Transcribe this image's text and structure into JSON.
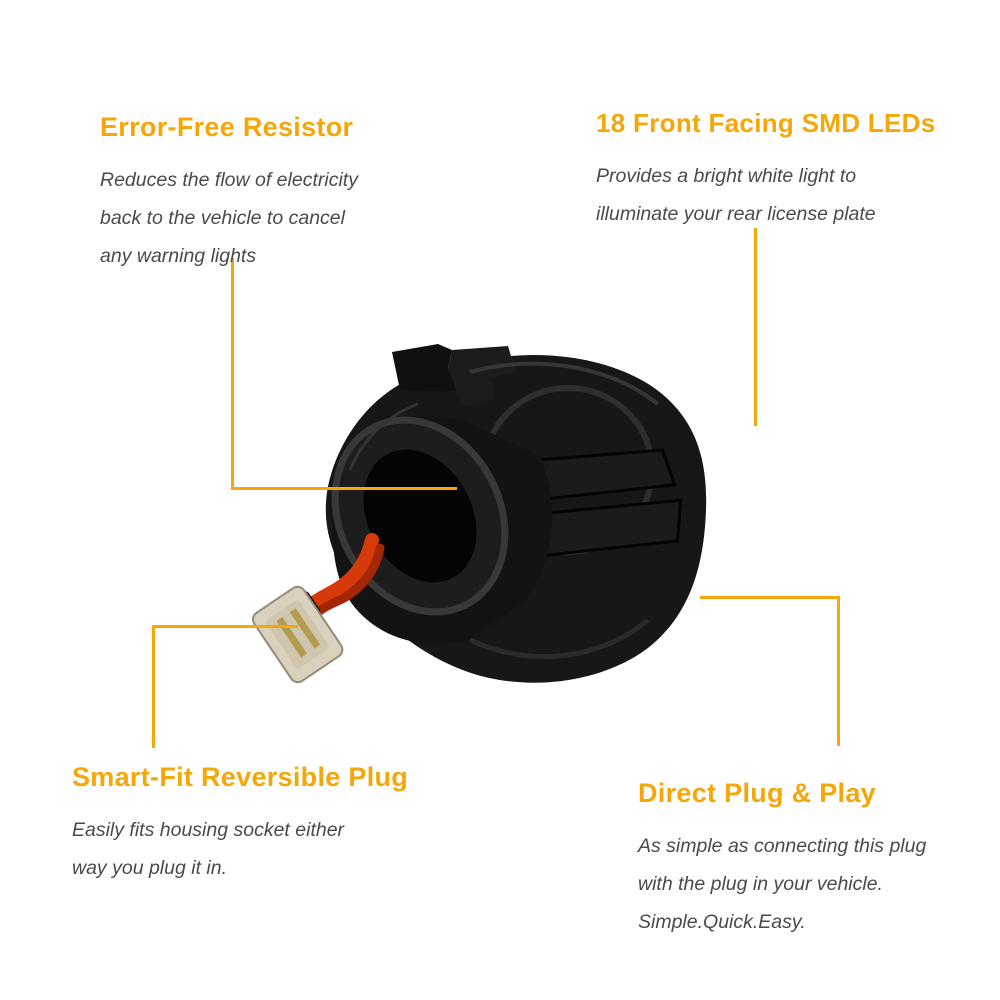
{
  "colors": {
    "accent": "#F5A70A",
    "body_text": "#4A4A4A",
    "wire_red": "#D63A0A",
    "plug_beige": "#D9D1BE"
  },
  "callouts": {
    "top_left": {
      "title": "Error-Free Resistor",
      "lines": [
        "Reduces the flow of electricity",
        "back to the vehicle to cancel",
        "any warning lights"
      ]
    },
    "top_right": {
      "title": "18 Front Facing SMD LEDs",
      "lines": [
        "Provides a bright white light to",
        "illuminate your rear license plate"
      ]
    },
    "bottom_left": {
      "title": "Smart-Fit Reversible Plug",
      "lines": [
        "Easily fits housing socket either",
        "way you plug it in."
      ]
    },
    "bottom_right": {
      "title": "Direct Plug & Play",
      "lines": [
        "As simple as connecting this plug",
        "with the plug in your vehicle.",
        "Simple.Quick.Easy."
      ]
    }
  }
}
